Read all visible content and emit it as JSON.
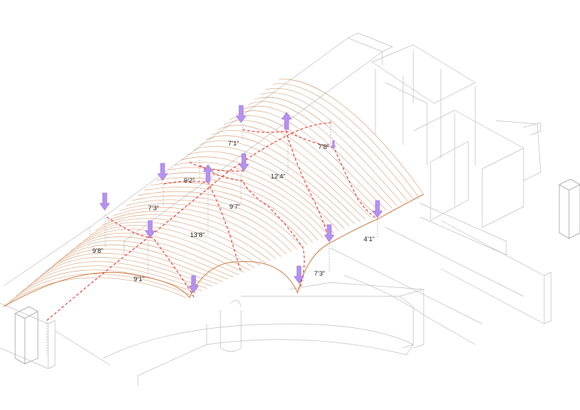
{
  "dimensions": [
    {
      "id": "d1",
      "text": "7’1”"
    },
    {
      "id": "d2",
      "text": "7’8”"
    },
    {
      "id": "d3",
      "text": "12’4”"
    },
    {
      "id": "d4",
      "text": "9’2”"
    },
    {
      "id": "d5",
      "text": "7’3”"
    },
    {
      "id": "d6",
      "text": "9’7”"
    },
    {
      "id": "d7",
      "text": "13’8”"
    },
    {
      "id": "d8",
      "text": "9’8”"
    },
    {
      "id": "d9",
      "text": "9’1”"
    },
    {
      "id": "d10",
      "text": "7’3”"
    },
    {
      "id": "d11",
      "text": "4’1”"
    }
  ],
  "arrows": [
    {
      "id": "a1",
      "direction": "down"
    },
    {
      "id": "a2",
      "direction": "up"
    },
    {
      "id": "a3",
      "direction": "down"
    },
    {
      "id": "a4",
      "direction": "down"
    },
    {
      "id": "a5",
      "direction": "up"
    },
    {
      "id": "a6",
      "direction": "down"
    },
    {
      "id": "a7",
      "direction": "down"
    },
    {
      "id": "a8",
      "direction": "down"
    },
    {
      "id": "a9",
      "direction": "down"
    },
    {
      "id": "a10",
      "direction": "down"
    },
    {
      "id": "a11",
      "direction": "down"
    },
    {
      "id": "a12",
      "direction": "down"
    }
  ],
  "colors": {
    "contour": "#c8753a",
    "ridge": "#e8332a",
    "arrow": "#b692f0",
    "building": "#b9b9b9"
  }
}
